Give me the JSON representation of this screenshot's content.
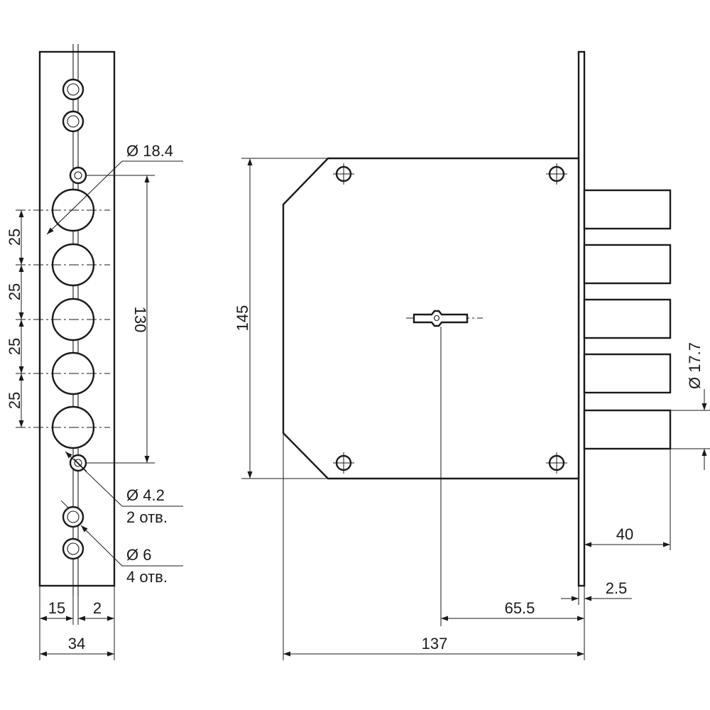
{
  "diagram": {
    "strike_plate": {
      "hole_diameter": "Ø 18.4",
      "hole_spacing": [
        "25",
        "25",
        "25",
        "25"
      ],
      "hole_pitch_total": "130",
      "small_hole_diameter": "Ø 4.2",
      "small_hole_count": "2 отв.",
      "screw_hole_diameter": "Ø 6",
      "screw_hole_count": "4 отв.",
      "width_left": "15",
      "width_right": "2",
      "width_total": "34"
    },
    "lock_body": {
      "height": "145",
      "bolt_diameter": "Ø 17.7",
      "bolt_projection": "40",
      "faceplate_thickness": "2.5",
      "backset": "65.5",
      "depth": "137"
    }
  }
}
